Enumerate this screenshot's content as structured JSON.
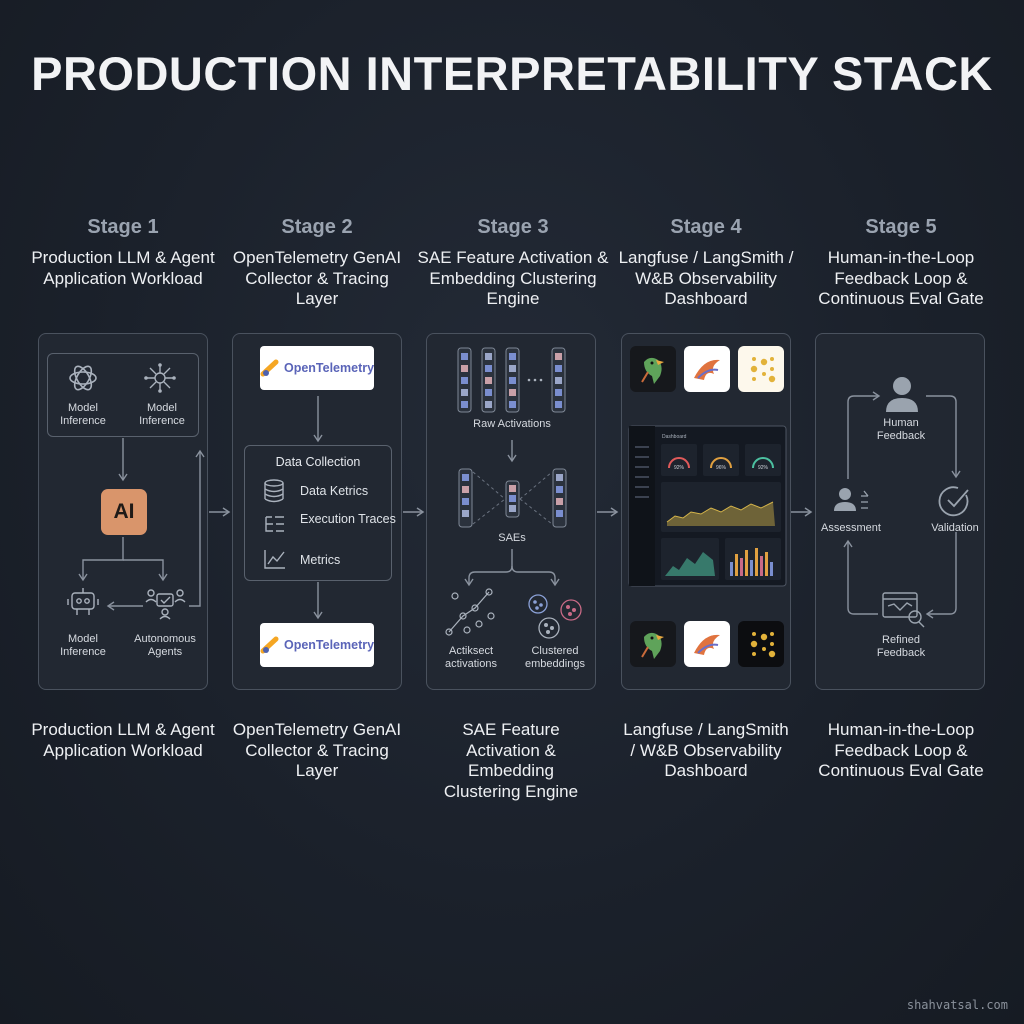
{
  "title": "PRODUCTION INTERPRETABILITY STACK",
  "watermark": "shahvatsal.com",
  "colors": {
    "background": "#1b212b",
    "panel": "#222832",
    "panel_border": "#4a525e",
    "anthropic_tile": "#d9956b",
    "otel_logo_orange": "#f5a623",
    "otel_logo_blue": "#4f62ad"
  },
  "stages": [
    {
      "number": "Stage 1",
      "name": "Production LLM & Agent Application Workload",
      "footer": "Production LLM & Agent Application Workload",
      "panel": {
        "top_items": [
          "Model Inference",
          "Model Inference"
        ],
        "center_logo": "AI",
        "bottom_items": [
          "Model Inference",
          "Autonomous Agents"
        ]
      }
    },
    {
      "number": "Stage 2",
      "name": "OpenTelemetry GenAI Collector & Tracing Layer",
      "footer": "OpenTelemetry GenAI Collector & Tracing Layer",
      "panel": {
        "logo_top": "OpenTelemetry",
        "box_title": "Data Collection",
        "box_items": [
          "Data Ketrics",
          "Execution Traces",
          "Metrics"
        ],
        "logo_bottom": "OpenTelemetry"
      }
    },
    {
      "number": "Stage 3",
      "name": "SAE Feature Activation & Embedding Clustering Engine",
      "footer": "SAE Feature Activation & Embedding Clustering Engine",
      "panel": {
        "raw_label": "Raw Activations",
        "sae_label": "SAEs",
        "left_out": "Actiksect activations",
        "right_out": "Clustered embeddings"
      }
    },
    {
      "number": "Stage 4",
      "name": "Langfuse / LangSmith / W&B Observability Dashboard",
      "footer": "Langfuse / LangSmith / W&B Observability Dashboard",
      "panel": {
        "dashboard_title": "Dashboard",
        "gauges": [
          "92%",
          "96%",
          "92%"
        ]
      }
    },
    {
      "number": "Stage 5",
      "name": "Human-in-the-Loop Feedback Loop & Continuous Eval Gate",
      "footer": "Human-in-the-Loop Feedback Loop & Continuous Eval Gate",
      "panel": {
        "top": "Human Feedback",
        "left": "Assessment",
        "right": "Validation",
        "bottom": "Refined Feedback"
      }
    }
  ]
}
